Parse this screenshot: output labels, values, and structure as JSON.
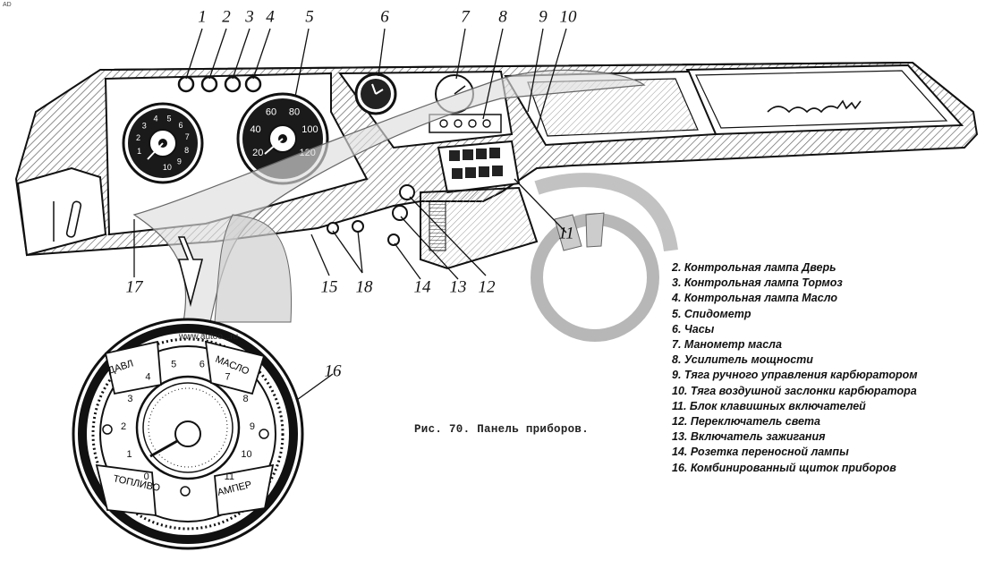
{
  "figure": {
    "caption": "Рис. 70. Панель приборов.",
    "watermark": "www.autoo...ru",
    "corner_mark": "AD",
    "callout_numbers": [
      "1",
      "2",
      "3",
      "4",
      "5",
      "6",
      "7",
      "8",
      "9",
      "10",
      "11",
      "12",
      "13",
      "14",
      "15",
      "16",
      "17",
      "18"
    ],
    "legend": [
      "2. Контрольная лампа Дверь",
      "3. Контрольная лампа Тормоз",
      "4. Контрольная лампа Масло",
      "5. Спидометр",
      "6. Часы",
      "7. Манометр масла",
      "8. Усилитель мощности",
      "9. Тяга ручного управления карбюратором",
      "10. Тяга воздушной заслонки карбюратора",
      "11. Блок клавишных включателей",
      "12. Переключатель света",
      "13. Включатель зажигания",
      "14. Розетка переносной лампы",
      "16. Комбинированный щиток приборов"
    ]
  },
  "gauges": {
    "speedometer_ticks": [
      "20",
      "40",
      "60",
      "80",
      "100",
      "120"
    ],
    "tacho_ticks": [
      "1",
      "2",
      "3",
      "4",
      "5",
      "6",
      "7",
      "8",
      "9",
      "10"
    ],
    "cluster_ticks": [
      "0",
      "1",
      "2",
      "3",
      "4",
      "5",
      "6",
      "7",
      "8",
      "9",
      "10",
      "11"
    ],
    "cluster_labels": {
      "top_left": "ДАВЛ",
      "top_right": "МАСЛО",
      "bottom_left": "ТОПЛИВО",
      "bottom_right": "АМПЕР"
    }
  },
  "colors": {
    "ink": "#111111",
    "paper": "#ffffff",
    "hatch": "#555555",
    "overlay": "#bbbbbb"
  }
}
